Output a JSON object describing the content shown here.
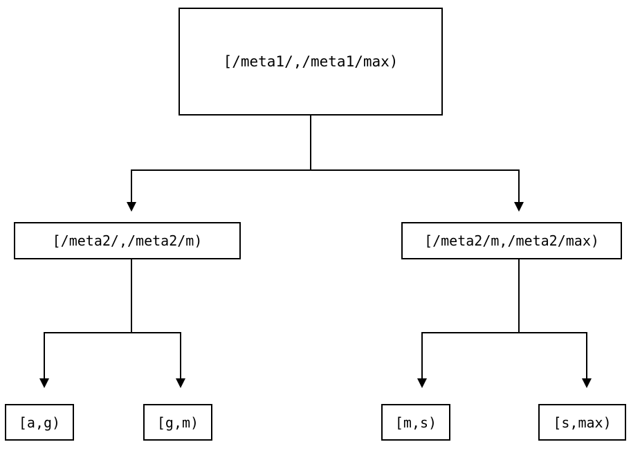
{
  "diagram": {
    "type": "binary-interval-tree",
    "background_color": "#ffffff",
    "line_color": "#000000",
    "text_color": "#000000",
    "nodes": {
      "root": {
        "label": "[/meta1/,/meta1/max)"
      },
      "mid_left": {
        "label": "[/meta2/,/meta2/m)"
      },
      "mid_right": {
        "label": "[/meta2/m,/meta2/max)"
      },
      "leaf_ag": {
        "label": "[a,g)"
      },
      "leaf_gm": {
        "label": "[g,m)"
      },
      "leaf_ms": {
        "label": "[m,s)"
      },
      "leaf_smax": {
        "label": "[s,max)"
      }
    },
    "edges": [
      {
        "from": "root",
        "to": "mid_left",
        "arrow": "down-triangle"
      },
      {
        "from": "root",
        "to": "mid_right",
        "arrow": "down-triangle"
      },
      {
        "from": "mid_left",
        "to": "leaf_ag",
        "arrow": "down-triangle"
      },
      {
        "from": "mid_left",
        "to": "leaf_gm",
        "arrow": "down-triangle"
      },
      {
        "from": "mid_right",
        "to": "leaf_ms",
        "arrow": "down-triangle"
      },
      {
        "from": "mid_right",
        "to": "leaf_smax",
        "arrow": "down-triangle"
      }
    ]
  }
}
